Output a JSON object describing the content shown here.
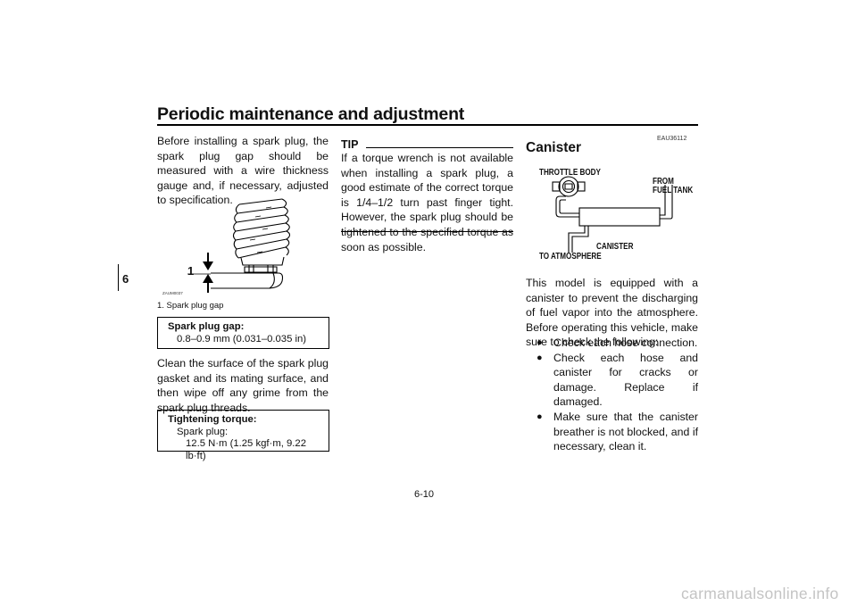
{
  "header": {
    "title": "Periodic maintenance and adjustment"
  },
  "chapter": {
    "number": "6"
  },
  "column1": {
    "intro": "Before installing a spark plug, the spark plug gap should be measured with a wire thickness gauge and, if necessary, adjusted to specification.",
    "figure_callout": "1",
    "figure_code": "ZAUM0037",
    "caption": "1.  Spark plug gap",
    "gap_box": {
      "label": "Spark plug gap:",
      "value": "0.8–0.9 mm (0.031–0.035 in)"
    },
    "clean_text": "Clean the surface of the spark plug gasket and its mating surface, and then wipe off any grime from the spark plug threads.",
    "torque_box": {
      "label": "Tightening torque:",
      "item": "Spark plug:",
      "value": "12.5 N·m (1.25 kgf·m, 9.22 lb·ft)"
    }
  },
  "column2": {
    "tip_heading": "TIP",
    "tip_text": "If a torque wrench is not available when installing a spark plug, a good estimate of the correct torque is 1/4–1/2 turn past finger tight. However, the spark plug should be tightened to the specified torque as soon as possible."
  },
  "column3": {
    "code": "EAU36112",
    "title": "Canister",
    "diagram": {
      "throttle_body": "THROTTLE BODY",
      "from_fuel_tank_1": "FROM",
      "from_fuel_tank_2": "FUEL TANK",
      "canister": "CANISTER",
      "to_atmosphere": "TO ATMOSPHERE"
    },
    "intro": "This model is equipped with a canister to prevent the discharging of fuel vapor into the atmosphere. Before operating this vehicle, make sure to check the following:",
    "bullets": [
      "Check each hose connection.",
      "Check each hose and canister for cracks or damage. Replace if damaged.",
      "Make sure that the canister breather is not blocked, and if necessary, clean it."
    ]
  },
  "footer": {
    "page": "6-10"
  },
  "watermark": "carmanualsonline.info"
}
